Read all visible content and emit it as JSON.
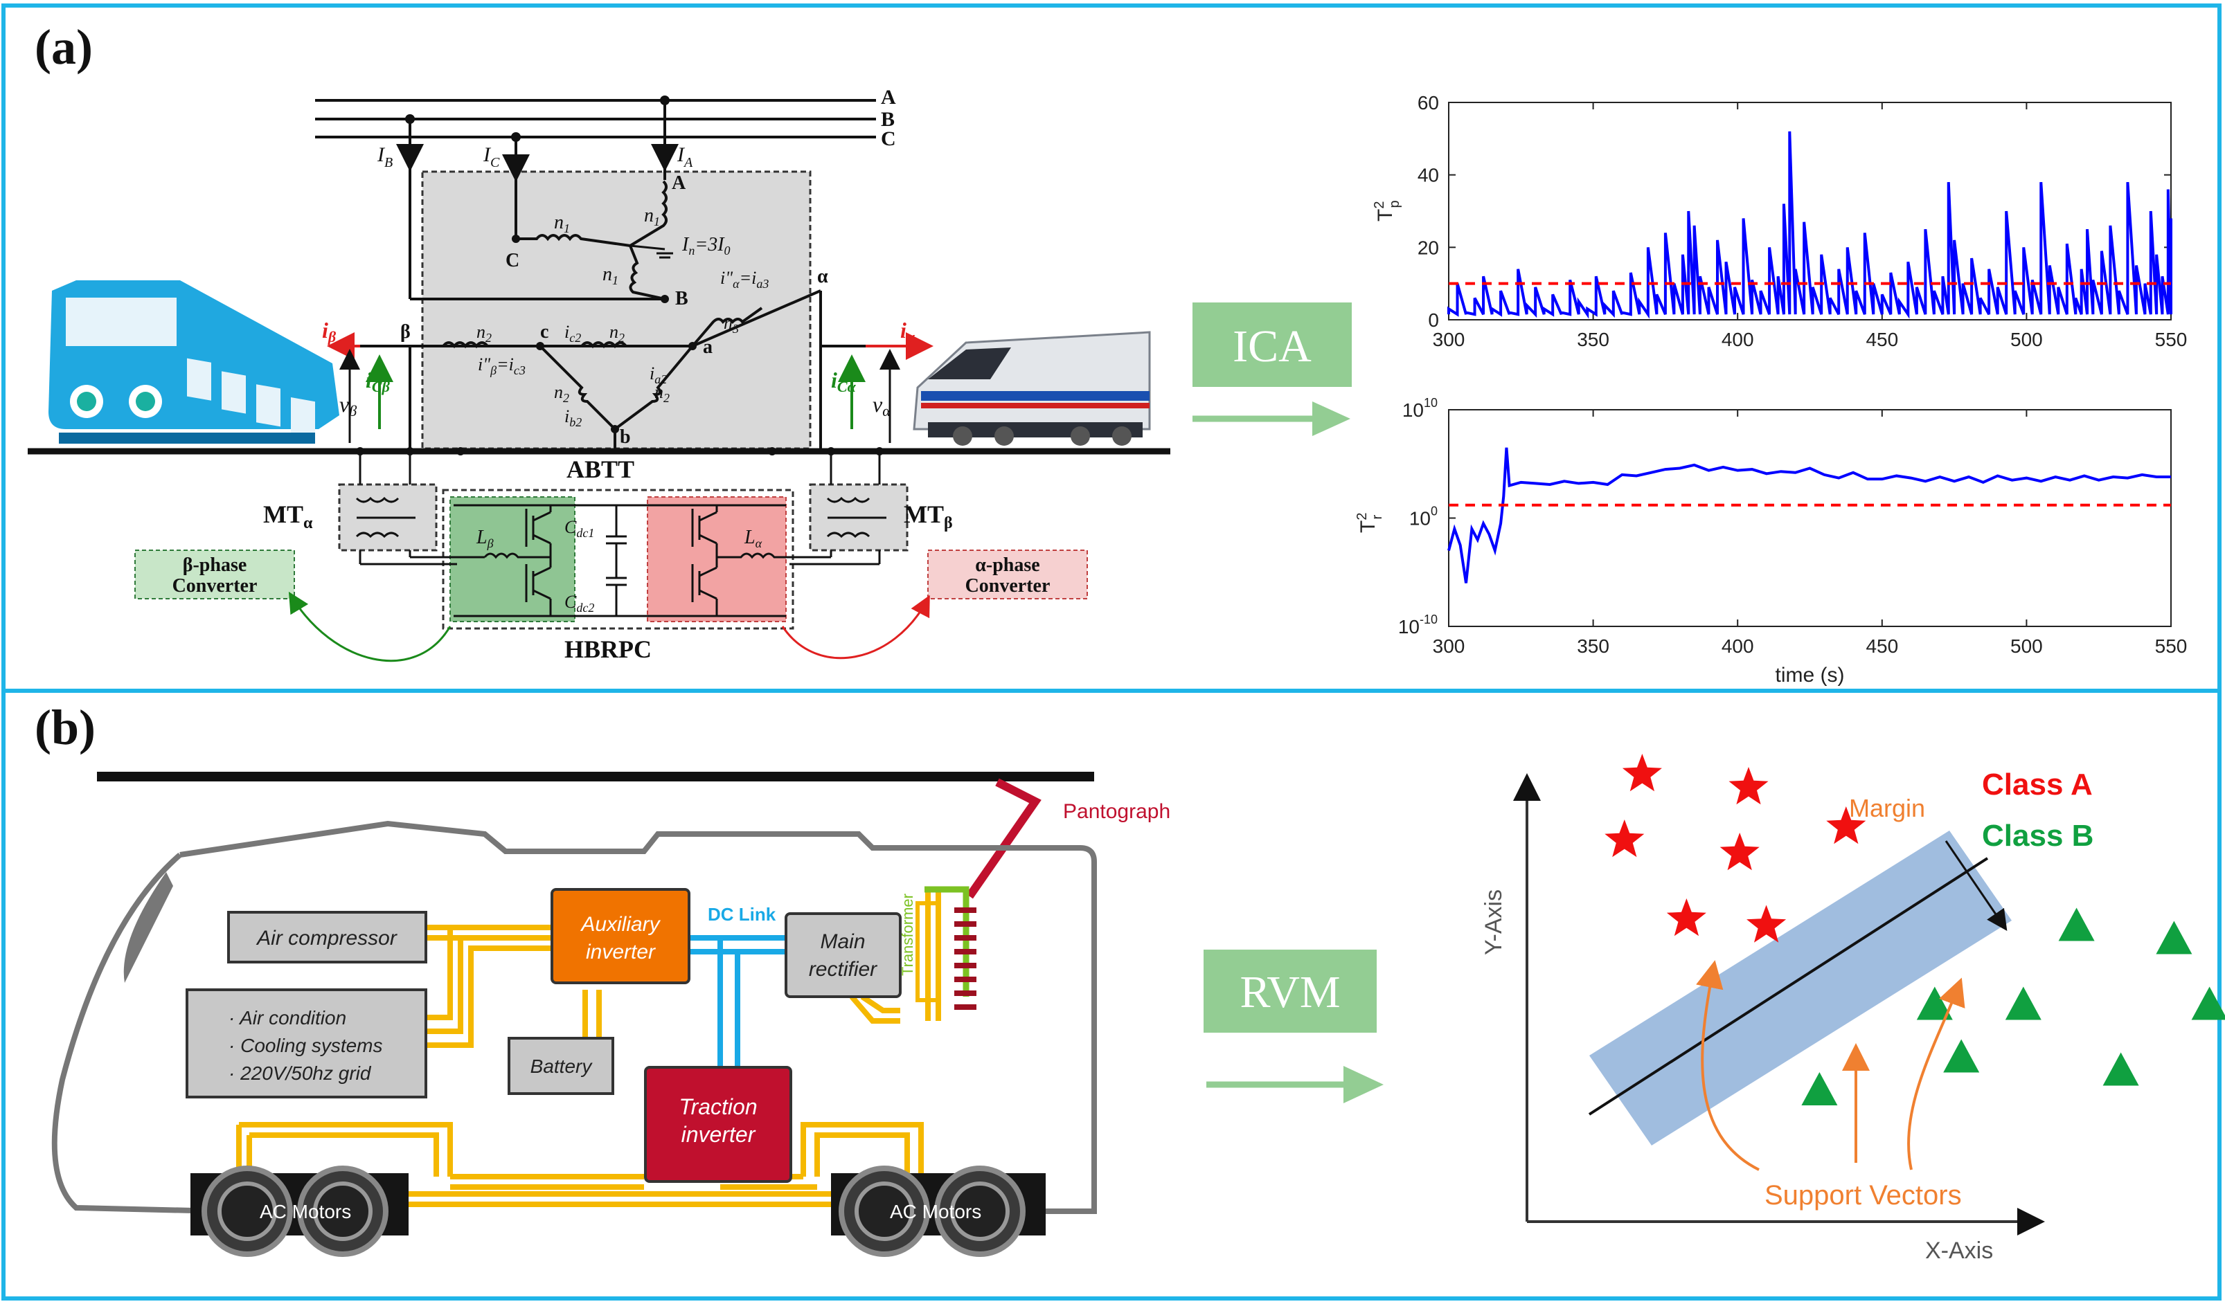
{
  "colors": {
    "frame": "#1fb5e8",
    "arrow_green": "#93cd93",
    "label_box": "#93cd93",
    "series_blue": "#0000ff",
    "threshold_red": "#ff0000",
    "beta_box": "#8fc593",
    "alpha_box": "#f2a3a3",
    "orange": "#f07300",
    "dark_red": "#c0102e",
    "bus_yellow": "#f5b800",
    "dc_blue": "#19a9e6",
    "margin_band": "#8fb2d9",
    "class_a": "#f01010",
    "class_b": "#10a040"
  },
  "icons": [
    "train-front-icon",
    "locomotive-icon",
    "transformer-coil-icon",
    "igbt-switch-icon",
    "capacitor-icon",
    "wheel-icon",
    "star-marker-icon",
    "triangle-marker-icon"
  ],
  "panel_a": {
    "label": "(a)",
    "method": "ICA",
    "circuit": {
      "phases": [
        "A",
        "B",
        "C"
      ],
      "currents": [
        "I",
        "I",
        "I"
      ],
      "current_subs": [
        "B",
        "C",
        "A"
      ],
      "winding": "n",
      "winding_sub1": "1",
      "winding_sub2": "2",
      "winding_sub3": "3",
      "neutral": "I",
      "neutral_sub": "n",
      "neutral_eq": "=3I",
      "neutral_eq_sub": "0",
      "nodes_primary": [
        "A",
        "B",
        "C"
      ],
      "node_alpha": "α",
      "node_beta": "β",
      "nodes_secondary": [
        "a",
        "b",
        "c"
      ],
      "i_alpha": "i",
      "i_alpha_sub": "α",
      "i_beta": "i",
      "i_beta_sub": "β",
      "ic_alpha": "i",
      "ic_alpha_sub": "Cα",
      "ic_beta": "i",
      "ic_beta_sub": "Cβ",
      "v_alpha": "v",
      "v_alpha_sub": "α",
      "v_beta": "v",
      "v_beta_sub": "β",
      "ic2": "i",
      "ic2_sub": "c2",
      "ia2": "i",
      "ia2_sub": "a2",
      "ib2": "i",
      "ib2_sub": "b2",
      "ia_pp": "i\"",
      "ia_pp_sub": "α",
      "ia_pp_eq": "=i",
      "ia_pp_eq_sub": "a3",
      "ib_pp": "i\"",
      "ib_pp_sub": "β",
      "ib_pp_eq": "=i",
      "ib_pp_eq_sub": "c3",
      "abtt": "ABTT",
      "mt": "MT",
      "mt_alpha_sub": "α",
      "mt_beta_sub": "β",
      "l": "L",
      "l_beta_sub": "β",
      "l_alpha_sub": "α",
      "cdc": "C",
      "cdc1_sub": "dc1",
      "cdc2_sub": "dc2",
      "hbrpc": "HBRPC",
      "beta_conv": [
        "β-phase",
        "Converter"
      ],
      "alpha_conv": [
        "α-phase",
        "Converter"
      ]
    }
  },
  "chart_data": [
    {
      "type": "line",
      "ylabel": "T",
      "ylabel_sup": "2",
      "ylabel_sub": "p",
      "xlim": [
        300,
        550
      ],
      "ylim": [
        0,
        60
      ],
      "xticks": [
        300,
        350,
        400,
        450,
        500,
        550
      ],
      "yticks": [
        0,
        20,
        40,
        60
      ],
      "threshold": 10,
      "series": [
        {
          "x": [
            300,
            303,
            306,
            309,
            312,
            315,
            318,
            321,
            324,
            327,
            330,
            333,
            336,
            339,
            342,
            345,
            348,
            351,
            354,
            357,
            360,
            363,
            366,
            369,
            372,
            375,
            378,
            381,
            383,
            385,
            387,
            390,
            393,
            396,
            399,
            402,
            405,
            408,
            411,
            414,
            416,
            418,
            420,
            423,
            426,
            429,
            432,
            435,
            438,
            441,
            444,
            447,
            450,
            453,
            456,
            459,
            462,
            465,
            468,
            471,
            473,
            475,
            478,
            481,
            484,
            487,
            490,
            493,
            496,
            499,
            502,
            505,
            508,
            511,
            514,
            517,
            519,
            521,
            523,
            526,
            529,
            532,
            535,
            538,
            541,
            543,
            545,
            547,
            549,
            550
          ],
          "y": [
            3,
            10,
            2,
            6,
            12,
            3,
            8,
            2,
            14,
            4,
            9,
            3,
            7,
            2,
            11,
            5,
            3,
            12,
            4,
            8,
            2,
            13,
            5,
            20,
            7,
            24,
            10,
            18,
            30,
            26,
            12,
            9,
            22,
            16,
            9,
            28,
            11,
            8,
            20,
            12,
            32,
            52,
            14,
            27,
            9,
            18,
            6,
            14,
            20,
            8,
            24,
            10,
            7,
            13,
            5,
            16,
            9,
            25,
            8,
            12,
            38,
            22,
            10,
            17,
            6,
            14,
            9,
            30,
            8,
            20,
            11,
            38,
            15,
            9,
            21,
            6,
            14,
            25,
            11,
            19,
            26,
            8,
            38,
            15,
            10,
            30,
            18,
            12,
            36,
            28
          ]
        }
      ]
    },
    {
      "type": "line",
      "ylabel": "T",
      "ylabel_sup": "2",
      "ylabel_sub": "r",
      "xlabel": "time (s)",
      "yscale": "log",
      "xlim": [
        300,
        550
      ],
      "ylim_exp": [
        -10,
        10
      ],
      "xticks": [
        300,
        350,
        400,
        450,
        500,
        550
      ],
      "ytick_base": "10",
      "ytick_exps": [
        "-10",
        "0",
        "10"
      ],
      "threshold_exp": 1.2,
      "series": [
        {
          "x": [
            300,
            302,
            304,
            306,
            308,
            310,
            312,
            314,
            316,
            318,
            319,
            320,
            321,
            325,
            330,
            335,
            340,
            345,
            350,
            355,
            360,
            365,
            370,
            375,
            380,
            385,
            390,
            395,
            400,
            405,
            410,
            415,
            420,
            425,
            430,
            435,
            440,
            445,
            450,
            455,
            460,
            465,
            470,
            475,
            480,
            485,
            490,
            495,
            500,
            505,
            510,
            515,
            520,
            525,
            530,
            535,
            540,
            545,
            550
          ],
          "y": [
            -3,
            -1,
            -2.5,
            -6,
            -1,
            -2,
            -0.5,
            -1.5,
            -3,
            -0.5,
            2,
            6.5,
            3,
            3.3,
            3.2,
            3.1,
            3.4,
            3.2,
            3.3,
            3.1,
            4,
            3.9,
            4.2,
            4.5,
            4.6,
            4.9,
            4.4,
            4.7,
            4.4,
            4.5,
            4.1,
            4.3,
            4.2,
            4.6,
            4,
            3.7,
            4.2,
            3.6,
            3.6,
            3.9,
            3.7,
            3.4,
            3.8,
            3.4,
            3.8,
            3.3,
            3.9,
            3.5,
            3.7,
            3.4,
            3.8,
            3.5,
            3.9,
            3.5,
            3.8,
            3.7,
            4,
            3.8,
            3.8
          ]
        }
      ]
    },
    {
      "type": "scatter",
      "xlabel": "X-Axis",
      "ylabel": "Y-Axis",
      "legend": [
        "Class A",
        "Class B"
      ],
      "margin_label": "Margin",
      "sv_label": "Support Vectors",
      "series": [
        {
          "name": "Class A",
          "x": [
            1.3,
            2.5,
            1.1,
            2.4,
            3.6,
            1.8,
            2.7
          ],
          "y": [
            6.8,
            6.6,
            5.8,
            5.6,
            6.0,
            4.6,
            4.5
          ]
        },
        {
          "name": "Class B",
          "x": [
            6.2,
            7.3,
            4.6,
            5.6,
            7.7,
            4.9,
            3.3,
            6.7
          ],
          "y": [
            4.5,
            4.3,
            3.3,
            3.3,
            3.3,
            2.5,
            2.0,
            2.3
          ]
        }
      ]
    }
  ],
  "panel_b": {
    "label": "(b)",
    "method": "RVM",
    "pantograph": "Pantograph",
    "air_compressor": "Air compressor",
    "air_condition": [
      "· Air condition",
      "· Cooling systems",
      "· 220V/50hz grid"
    ],
    "battery": "Battery",
    "aux_inverter": [
      "Auxiliary",
      "inverter"
    ],
    "dc_link": "DC Link",
    "main_rectifier": [
      "Main",
      "rectifier"
    ],
    "transformer": "Transformer",
    "traction_inverter": [
      "Traction",
      "inverter"
    ],
    "ac_motors": "AC Motors"
  }
}
